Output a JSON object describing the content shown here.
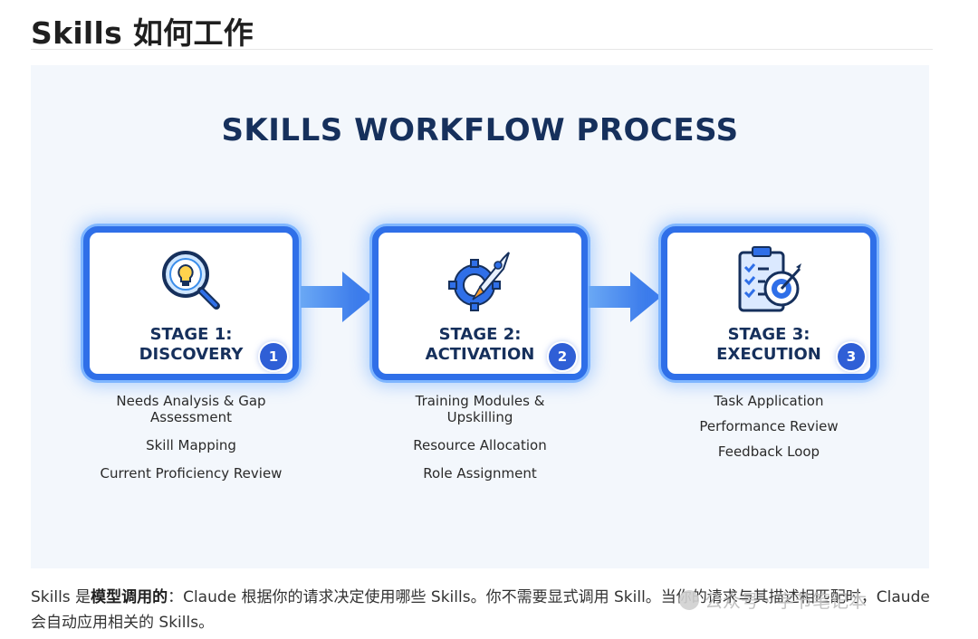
{
  "heading": "Skills 如何工作",
  "figure": {
    "title": "SKILLS WORKFLOW PROCESS",
    "stages": [
      {
        "label_line1": "STAGE 1:",
        "label_line2": "DISCOVERY",
        "badge": "1",
        "icon": "magnifier-bulb-icon",
        "items": [
          "Needs Analysis & Gap Assessment",
          "Skill Mapping",
          "Current Proficiency Review"
        ]
      },
      {
        "label_line1": "STAGE 2:",
        "label_line2": "ACTIVATION",
        "badge": "2",
        "icon": "gear-rocket-icon",
        "items": [
          "Training Modules & Upskilling",
          "Resource Allocation",
          "Role Assignment"
        ]
      },
      {
        "label_line1": "STAGE 3:",
        "label_line2": "EXECUTION",
        "badge": "3",
        "icon": "clipboard-target-icon",
        "items": [
          "Task Application",
          "Performance Review",
          "Feedback Loop"
        ]
      }
    ],
    "colors": {
      "card_border": "#2f6fe8",
      "glow": "#7fb6ff",
      "title": "#16305c",
      "arrow": "#2f6fe8"
    }
  },
  "paragraph": {
    "part1": "Skills 是",
    "bold": "模型调用的",
    "part2": "：Claude 根据你的请求决定使用哪些 Skills。你不需要显式调用 Skill。当你的请求与其描述相匹配时，Claude 会自动应用相关的 Skills。"
  },
  "watermark": "公众号 · 字节笔记本"
}
